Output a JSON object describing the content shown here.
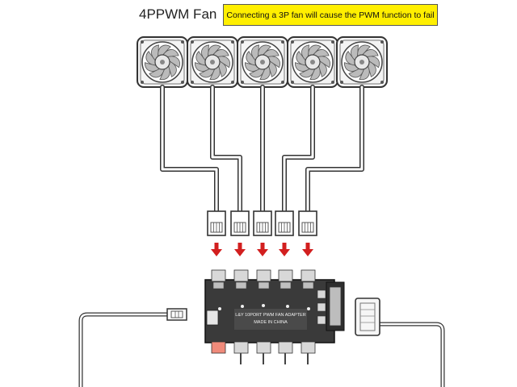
{
  "title": "4PPWM Fan",
  "warning": "Connecting a 3P fan will cause the PWM function to fail",
  "board_label_line1": "L&Y 10PORT PWM FAN ADAPTER",
  "board_label_line2": "MADE IN CHINA",
  "fans": [
    {
      "name": "fan-1"
    },
    {
      "name": "fan-2"
    },
    {
      "name": "fan-3"
    },
    {
      "name": "fan-4"
    },
    {
      "name": "fan-5"
    }
  ],
  "colors": {
    "arrow": "#d21f1f",
    "warning_bg": "#ffef00",
    "board": "#3a3a3a"
  }
}
